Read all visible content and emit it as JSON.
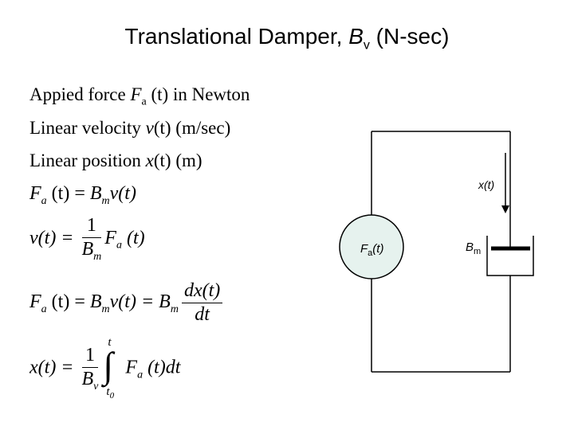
{
  "title": {
    "prefix": "Translational Damper, ",
    "var": "B",
    "sub": "v",
    "suffix": " (N-sec)"
  },
  "definitions": [
    {
      "text": "Appied force ",
      "var": "F",
      "sub": "a",
      "rest": " (t) in Newton"
    },
    {
      "text": "Linear velocity ",
      "var": "v",
      "sub": "",
      "rest": "(t) (m/sec)"
    },
    {
      "text": "Linear position ",
      "var": "x",
      "sub": "",
      "rest": "(t) (m)"
    }
  ],
  "equations": {
    "eq1": {
      "lhs": "F",
      "lhs_sub": "a",
      "mid": " (t) = ",
      "b": "B",
      "b_sub": "m",
      "rhs": "v(t)"
    },
    "eq2": {
      "lhs": "v(t) = ",
      "num": "1",
      "den": "B",
      "den_sub": "m",
      "rhs": "F",
      "rhs_sub": "a",
      "rhs_tail": " (t)"
    },
    "eq3": {
      "lhs": "F",
      "lhs_sub": "a",
      "mid": " (t) = ",
      "b1": "B",
      "b1_sub": "m",
      "mid2": "v(t) = ",
      "b2": "B",
      "b2_sub": "m",
      "num": "dx(t)",
      "den": "dt"
    },
    "eq4": {
      "lhs": "x(t) = ",
      "num": "1",
      "den": "B",
      "den_sub": "v",
      "upper": "t",
      "lower": "t",
      "lower_sub": "0",
      "integrand": "F",
      "integrand_sub": "a",
      "tail": " (t)dt"
    }
  },
  "diagram": {
    "source_label": "F",
    "source_sub": "a",
    "source_tail": "(t)",
    "damper_label": "B",
    "damper_sub": "m",
    "position_label": "x(t)",
    "colors": {
      "source_fill": "#e6f2ee",
      "line": "#000000"
    }
  }
}
